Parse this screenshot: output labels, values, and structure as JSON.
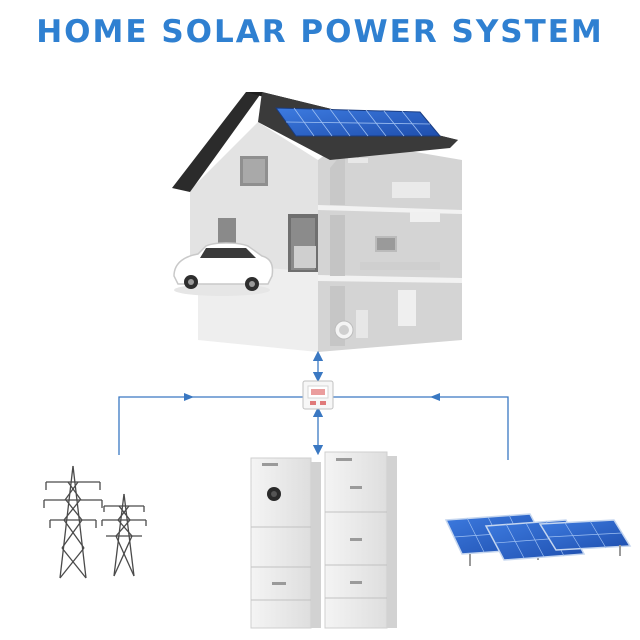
{
  "title": "HOME SOLAR POWER SYSTEM",
  "colors": {
    "title": "#2f80d1",
    "connector": "#3a78c2",
    "panel": "#2a63c9",
    "roof": "#2b2b2b",
    "wall": "#d9d9d9"
  },
  "components": [
    {
      "id": "house",
      "icon": "house-with-solar-roof-icon"
    },
    {
      "id": "ev",
      "icon": "electric-car-icon"
    },
    {
      "id": "controller",
      "icon": "hybrid-inverter-switch-icon"
    },
    {
      "id": "grid",
      "icon": "power-transmission-towers-icon"
    },
    {
      "id": "battery",
      "icon": "battery-storage-cabinets-icon"
    },
    {
      "id": "panels",
      "icon": "solar-panel-array-icon"
    }
  ]
}
